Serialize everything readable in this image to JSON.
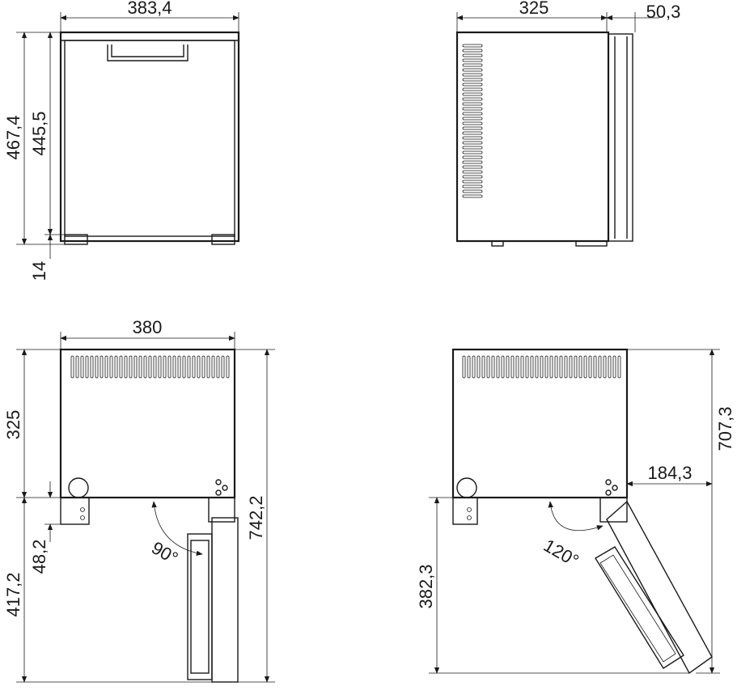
{
  "front_view": {
    "width": "383,4",
    "total_height": "467,4",
    "body_height": "445,5",
    "feet_height": "14"
  },
  "side_view": {
    "depth": "325",
    "door_depth": "50,3"
  },
  "top_view_90": {
    "width": "380",
    "depth": "325",
    "offset": "48,2",
    "door_swing": "417,2",
    "total_depth": "742,2",
    "angle": "90°"
  },
  "top_view_120": {
    "side_clearance": "184,3",
    "total_depth": "707,3",
    "door_swing": "382,3",
    "angle": "120°"
  }
}
